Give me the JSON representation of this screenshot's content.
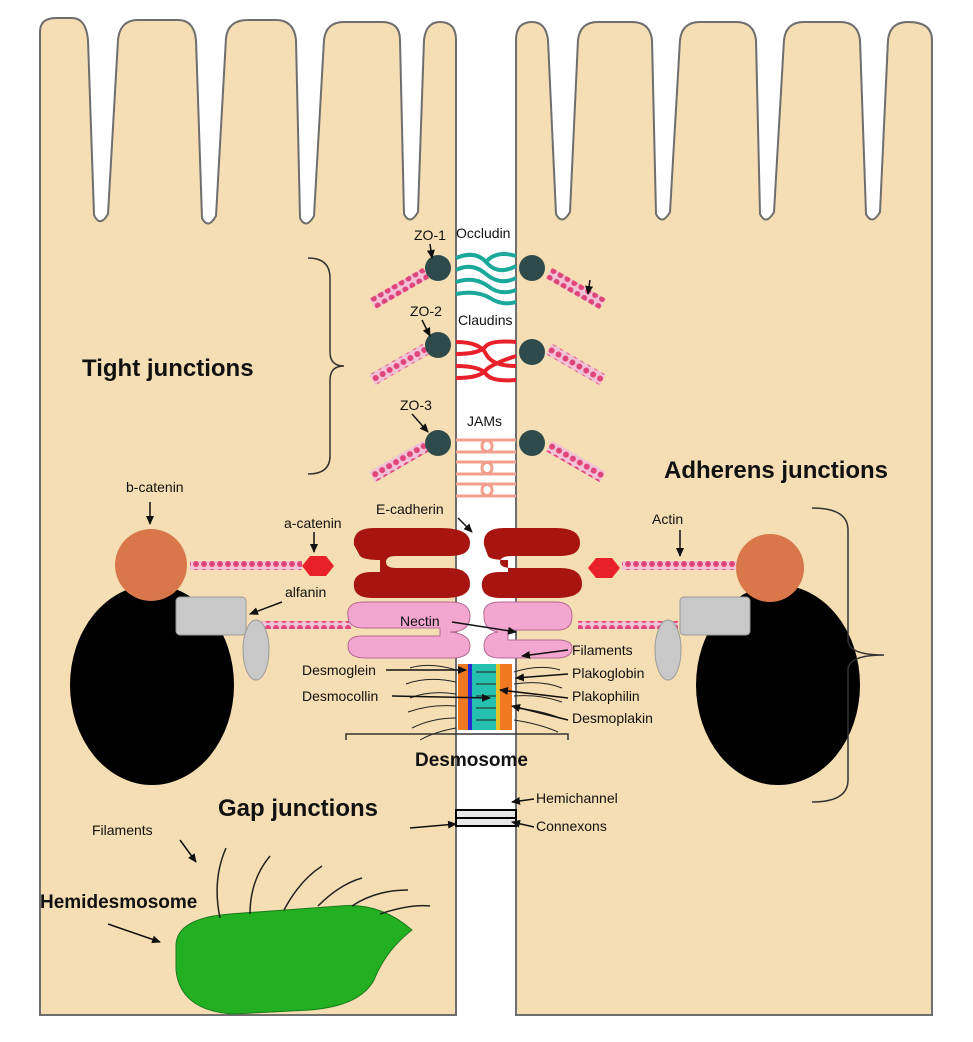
{
  "sections": {
    "tight": "Tight junctions",
    "adherens": "Adherens junctions",
    "gap": "Gap junctions",
    "hemidesmosome": "Hemidesmosome",
    "desmosome": "Desmosome"
  },
  "labels": {
    "zo1": "ZO-1",
    "zo2": "ZO-2",
    "zo3": "ZO-3",
    "occludin": "Occludin",
    "claudins": "Claudins",
    "jams": "JAMs",
    "b_catenin": "b-catenin",
    "a_catenin": "a-catenin",
    "e_cadherin": "E-cadherin",
    "alfanin": "alfanin",
    "actin": "Actin",
    "nectin": "Nectin",
    "filaments_right": "Filaments",
    "plakoglobin": "Plakoglobin",
    "desmoglein": "Desmoglein",
    "plakophilin": "Plakophilin",
    "desmocollin": "Desmocollin",
    "desmoplakin": "Desmoplakin",
    "hemichannel": "Hemichannel",
    "connexons": "Connexons",
    "filaments_left": "Filaments"
  },
  "colors": {
    "cell": "#f5deb3",
    "cell_outline": "#6e6e6e",
    "zo_protein": "#2f4a4a",
    "occludin": "#1aa89a",
    "claudins": "#e8202a",
    "jams": "#f2a08c",
    "actin_filament": "#e0457a",
    "e_cadherin": "#a8140f",
    "nectin": "#f2a6d0",
    "b_catenin": "#d9774b",
    "a_catenin": "#e8202a",
    "nucleus": "#000000",
    "alfanin": "#c8c8c8",
    "hemidesmosome": "#22b022",
    "desmosome_orange": "#f07820",
    "desmosome_teal": "#25c0b0"
  }
}
